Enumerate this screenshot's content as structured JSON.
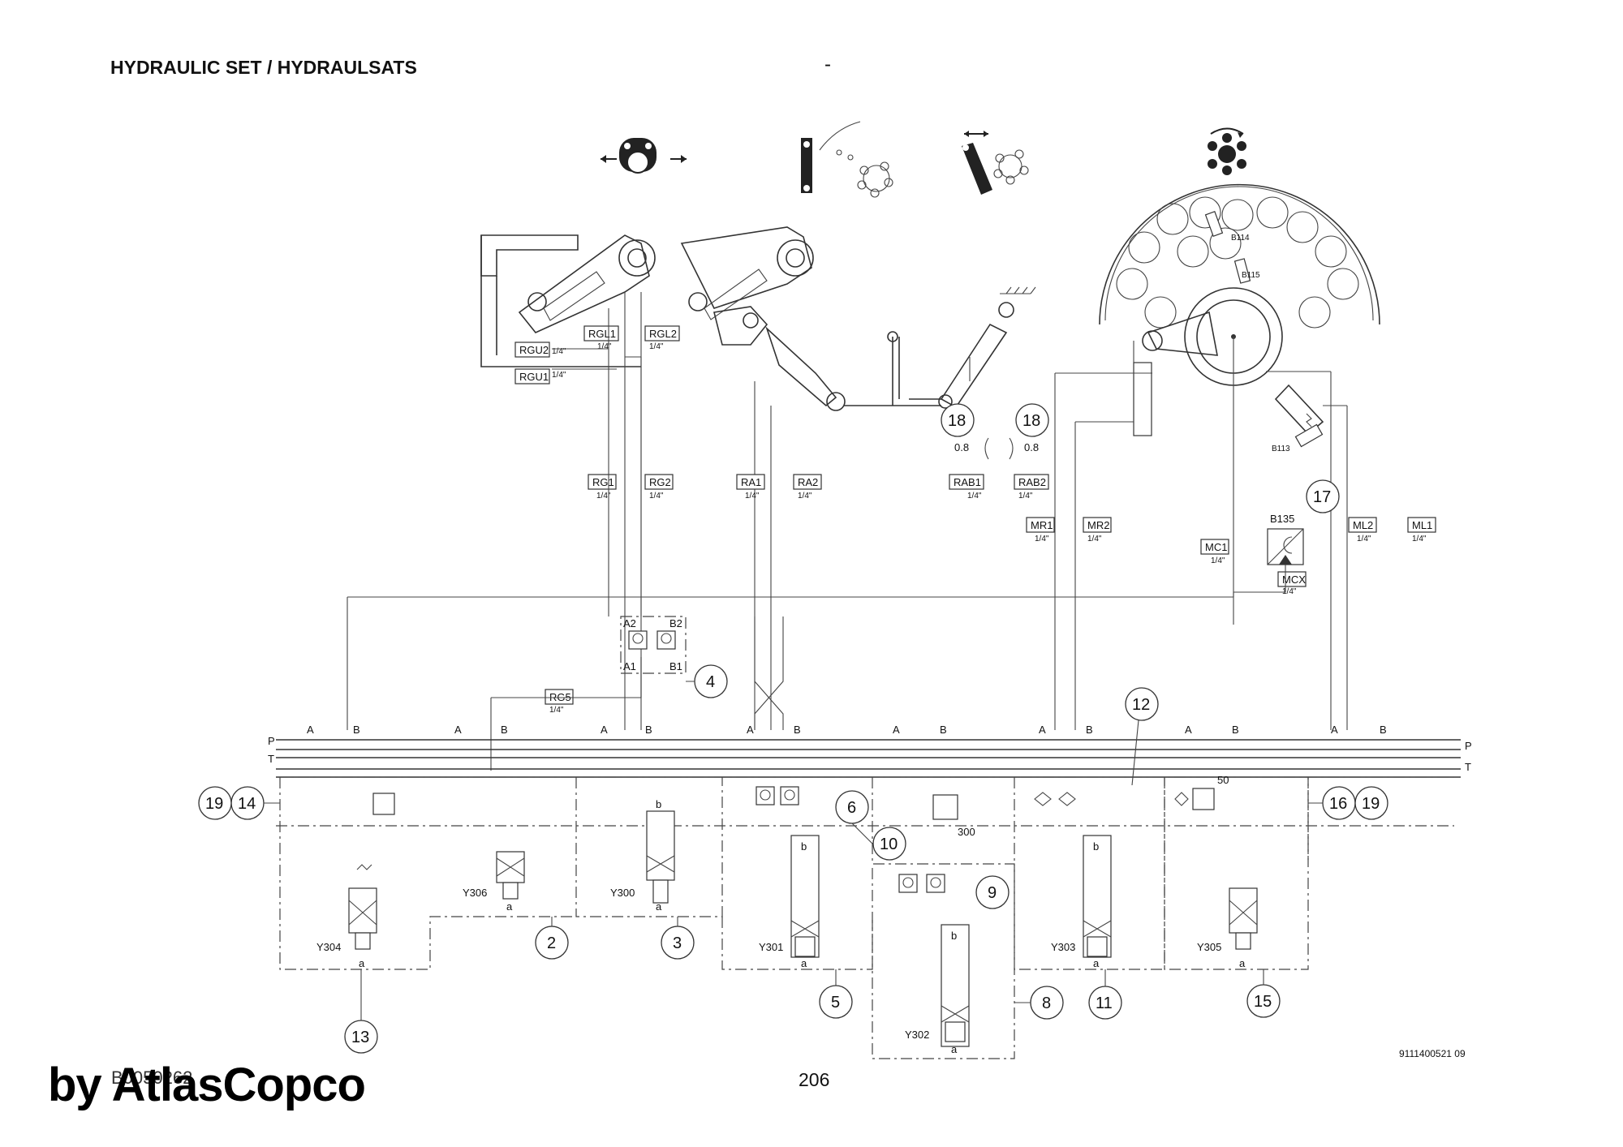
{
  "header": {
    "title": "HYDRAULIC SET / HYDRAULSATS",
    "dash": "-"
  },
  "footer": {
    "doc_code": "9111400521 09",
    "page_number": "206",
    "under_text": "B0050262",
    "brand": "by AtlasCopco"
  },
  "ports": [
    {
      "id": "RGU2",
      "size": "1/4\""
    },
    {
      "id": "RGU1",
      "size": "1/4\""
    },
    {
      "id": "RGL1",
      "size": "1/4\""
    },
    {
      "id": "RGL2",
      "size": "1/4\""
    },
    {
      "id": "RG1",
      "size": "1/4\""
    },
    {
      "id": "RG2",
      "size": "1/4\""
    },
    {
      "id": "RA1",
      "size": "1/4\""
    },
    {
      "id": "RA2",
      "size": "1/4\""
    },
    {
      "id": "RAB1",
      "size": "1/4\""
    },
    {
      "id": "RAB2",
      "size": "1/4\""
    },
    {
      "id": "MR1",
      "size": "1/4\""
    },
    {
      "id": "MR2",
      "size": "1/4\""
    },
    {
      "id": "MC1",
      "size": "1/4\""
    },
    {
      "id": "MCX",
      "size": "1/4\""
    },
    {
      "id": "ML2",
      "size": "1/4\""
    },
    {
      "id": "ML1",
      "size": "1/4\""
    },
    {
      "id": "RG5",
      "size": "1/4\""
    }
  ],
  "bubbles": [
    "2",
    "3",
    "4",
    "5",
    "6",
    "8",
    "9",
    "10",
    "11",
    "12",
    "13",
    "14",
    "15",
    "16",
    "17",
    "18",
    "18",
    "19",
    "19"
  ],
  "valves": [
    "Y304",
    "Y306",
    "Y300",
    "Y301",
    "Y302",
    "Y303",
    "Y305"
  ],
  "sensors": [
    "B114",
    "B115",
    "B113",
    "B135"
  ],
  "orifice": [
    "0.8",
    "0.8"
  ],
  "pressure": [
    "300",
    "50"
  ],
  "rails": {
    "p": "P",
    "t": "T"
  },
  "port_letters": [
    "A",
    "B",
    "A",
    "B",
    "A",
    "B",
    "A",
    "B",
    "A",
    "B",
    "A",
    "B",
    "A",
    "B",
    "A",
    "B"
  ],
  "check_block": [
    "A2",
    "B2",
    "A1",
    "B1"
  ],
  "valve_sub": "a",
  "solenoid_b": "b",
  "icons": [
    "gripper-open-icon",
    "rod-handler-levels-icon",
    "rod-handler-swing-icon",
    "carousel-rotate-icon"
  ]
}
